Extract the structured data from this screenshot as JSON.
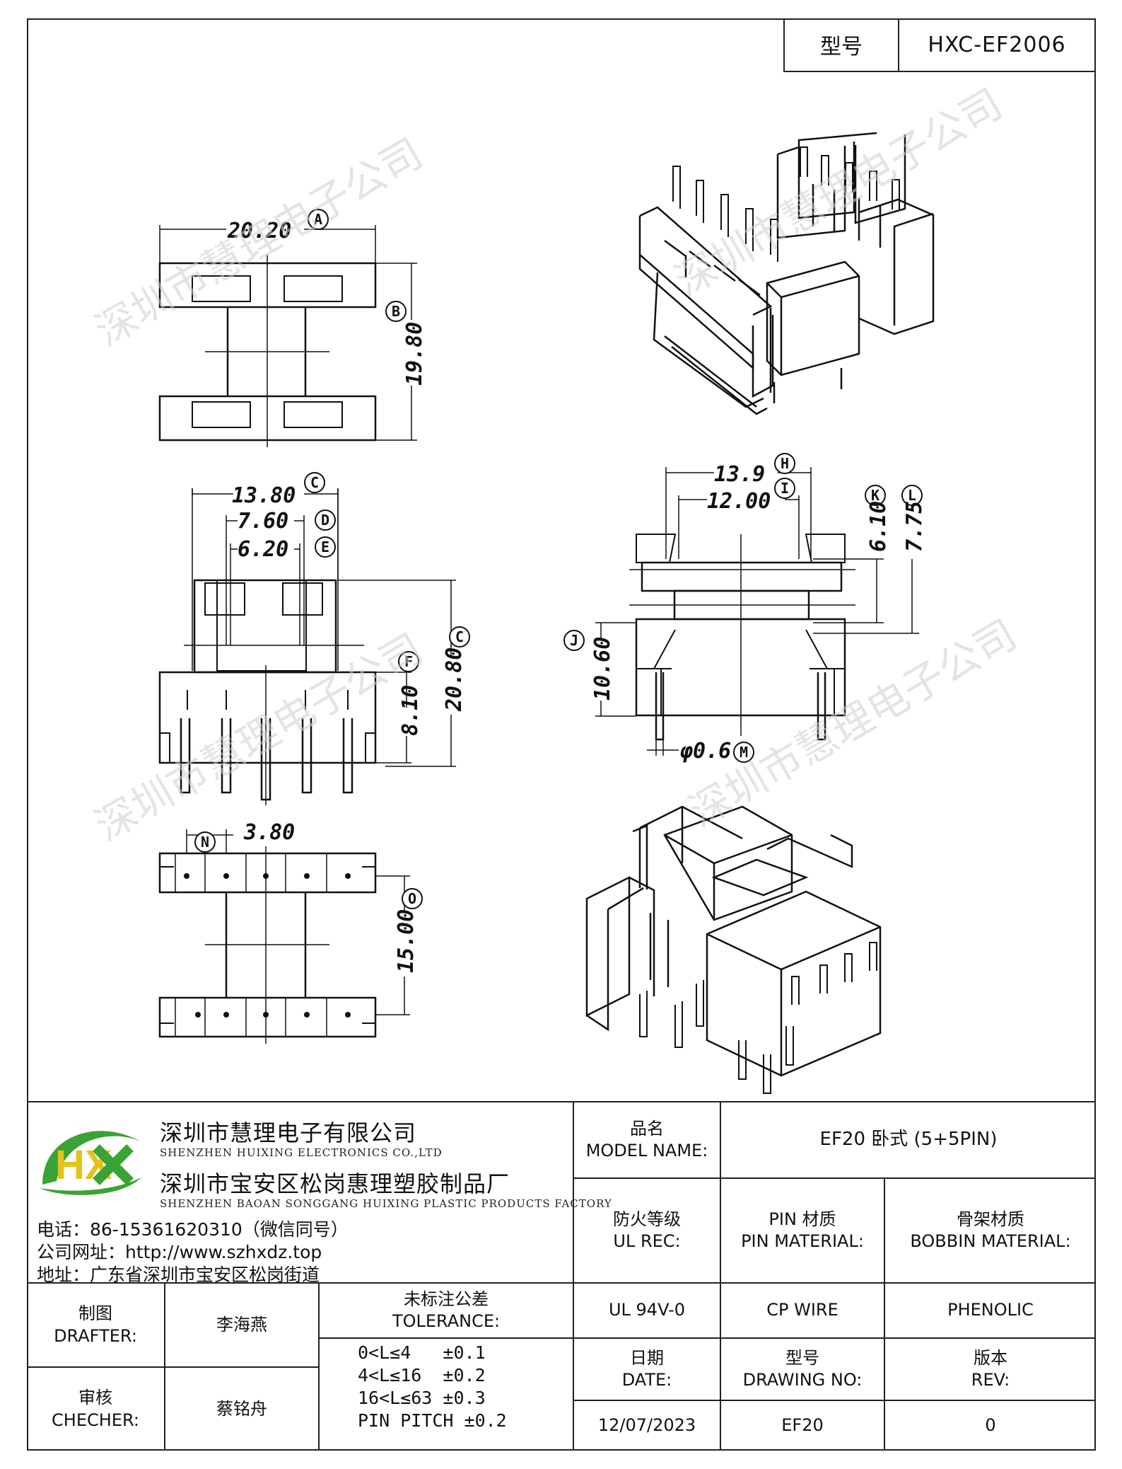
{
  "header": {
    "model_label": "型号",
    "model_value": "HXC-EF2006"
  },
  "drawing": {
    "dims": {
      "a": "20.20",
      "b": "19.80",
      "c1": "13.80",
      "d": "7.60",
      "e": "6.20",
      "f": "8.10",
      "c2": "20.80",
      "h": "13.9",
      "i": "12.00",
      "k": "6.10",
      "l": "7.75",
      "j": "10.60",
      "m": "φ0.6",
      "n": "3.80",
      "o": "15.00"
    },
    "markers": {
      "a": "A",
      "b": "B",
      "c1": "C",
      "d": "D",
      "e": "E",
      "f": "F",
      "c2": "C",
      "h": "H",
      "i": "I",
      "k": "K",
      "l": "L",
      "j": "J",
      "m": "M",
      "n": "N",
      "o": "O"
    },
    "watermark": "深圳市慧理电子公司"
  },
  "company": {
    "logo_text": "HX",
    "name_cn": "深圳市慧理电子有限公司",
    "name_en": "SHENZHEN HUIXING ELECTRONICS CO.,LTD",
    "factory_cn": "深圳市宝安区松岗惠理塑胶制品厂",
    "factory_en": "SHENZHEN BAOAN SONGGANG HUIXING PLASTIC PRODUCTS FACTORY",
    "phone": "电话：86-15361620310（微信同号）",
    "website": "公司网址：http://www.szhxdz.top",
    "address": "地址：广东省深圳市宝安区松岗街道"
  },
  "title_block": {
    "model_name_cn": "品名",
    "model_name_en": "MODEL NAME:",
    "model_name_value": "EF20 卧式 (5+5PIN)",
    "fire_cn": "防火等级",
    "fire_en": "UL REC:",
    "pin_cn": "PIN 材质",
    "pin_en": "PIN MATERIAL:",
    "bobbin_cn": "骨架材质",
    "bobbin_en": "BOBBIN MATERIAL:",
    "fire_value": "UL 94V-0",
    "pin_value": "CP WIRE",
    "bobbin_value": "PHENOLIC",
    "drafter_cn": "制图",
    "drafter_en": "DRAFTER:",
    "drafter_value": "李海燕",
    "checker_cn": "审核",
    "checker_en": "CHECHER:",
    "checker_value": "蔡铭舟",
    "tolerance_cn": "未标注公差",
    "tolerance_en": "TOLERANCE:",
    "tolerance_rows": [
      "0<L≤4   ±0.1",
      "4<L≤16  ±0.2",
      "16<L≤63 ±0.3",
      "PIN PITCH ±0.2"
    ],
    "date_cn": "日期",
    "date_en": "DATE:",
    "date_value": "12/07/2023",
    "drawing_no_cn": "型号",
    "drawing_no_en": "DRAWING NO:",
    "drawing_no_value": "EF20",
    "rev_cn": "版本",
    "rev_en": "REV:",
    "rev_value": "0"
  },
  "colors": {
    "logo_green": "#3aa335",
    "logo_yellow": "#e4c21a",
    "line": "#222222"
  }
}
